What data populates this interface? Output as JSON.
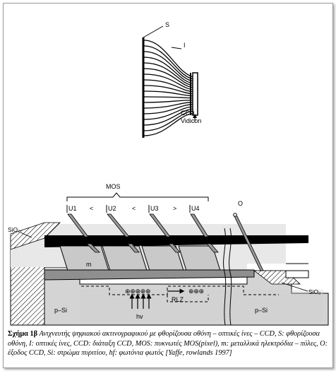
{
  "top_diagram": {
    "label_s": "S",
    "label_i": "I",
    "label_ccd": "CCD",
    "label_vidicon": "Vidicon"
  },
  "bottom_diagram": {
    "label_mos": "MOS",
    "electrodes": [
      "U1",
      "U2",
      "U3",
      "U4"
    ],
    "relations": [
      "<",
      "<",
      ">"
    ],
    "label_o": "O",
    "label_sio2_left": "SiO₂",
    "label_sio2_right": "SiO₂",
    "label_m": "m",
    "label_psi_left": "p–Si",
    "label_psi_right": "p–Si",
    "charges_left": "⊕⊕⊕⊕⊕",
    "charges_right": "⊕⊕⊕",
    "label_rlz": "RLZ",
    "label_hv": "hv"
  },
  "caption": {
    "label": "Σχήμα 1β",
    "text": " Ανιχνευτής ψηφιακού ακτινογραφικού με φθορίζουσα οθόνη – οπτικές ίνες – CCD, S: φθορίζουσα οθόνη, I: οπτικές ίνες, CCD: διάταξη CCD, MOS: πυκνωτές MOS(pixel), m: μεταλλικά ηλεκτρόδια – πύλες, O: έξοδος CCD, Si: στρώμα πυριτίου, hf: φωτόνια φωτός [Yaffe, rowlands 1997]"
  }
}
